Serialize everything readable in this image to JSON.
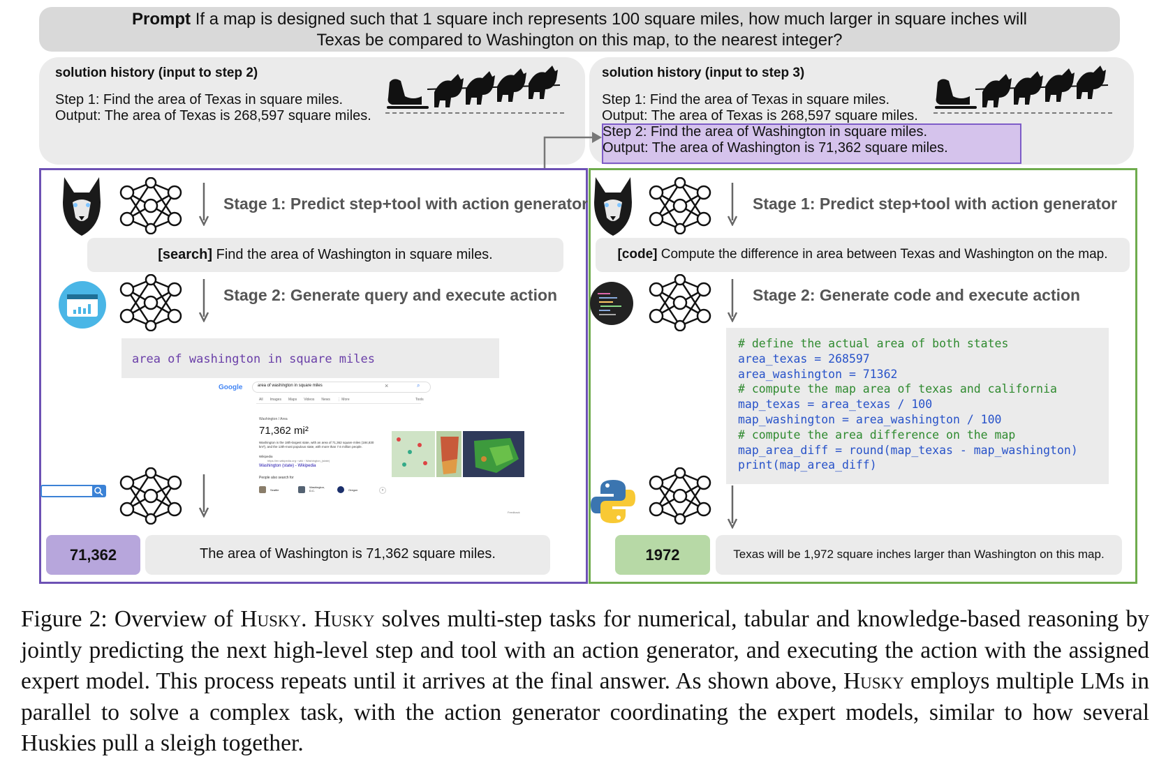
{
  "prompt": {
    "label": "Prompt",
    "text_line1": "If a map is designed such that 1 square inch represents 100 square miles, how much larger in square inches will",
    "text_line2": "Texas be compared to Washington on this map, to the nearest integer?"
  },
  "history_left": {
    "title": "solution history (input to step 2)",
    "lines": [
      "Step 1: Find the area of Texas in square miles.",
      "Output: The area of Texas is 268,597 square miles."
    ]
  },
  "history_right": {
    "title": "solution history (input to step 3)",
    "lines": [
      "Step 1: Find the area of Texas in square miles.",
      "Output: The area of Texas is 268,597 square miles."
    ],
    "highlight_lines": [
      "Step 2: Find the area of Washington in square miles.",
      "Output: The area of Washington is 71,362 square miles."
    ]
  },
  "left": {
    "stage1": "Stage 1: Predict step+tool with action generator",
    "step_tag": "[search]",
    "step_text": "Find the area of Washington in square miles.",
    "stage2": "Stage 2: Generate query and execute action",
    "query": "area of washington in square miles",
    "search_result": {
      "logo": "Google",
      "query": "area of washington in square miles",
      "tabs": [
        "All",
        "Images",
        "Maps",
        "Videos",
        "News",
        "⋮ More",
        "Tools"
      ],
      "breadcrumb": "Washington / Area",
      "value": "71,362 mi²",
      "snippet": "Washington is the 18th-largest state, with an area of 71,362 square miles (184,830 km²), and the 13th-most populous state, with more than 7.6 million people.",
      "source": "Wikipedia",
      "source_url": "https://en.wikipedia.org › wiki › Washington_(state)",
      "link": "Washington (state) - Wikipedia",
      "people_also": "People also search for",
      "related": [
        "Seattle",
        "Washington, D.C.",
        "Oregon"
      ],
      "feedback": "Feedback"
    },
    "answer": "71,362",
    "answer_text": "The area of Washington is 71,362 square miles."
  },
  "right": {
    "stage1": "Stage 1: Predict step+tool with action generator",
    "step_tag": "[code]",
    "step_text": "Compute the difference in area between Texas and Washington on the map.",
    "stage2": "Stage 2: Generate code and execute action",
    "code": [
      {
        "text": "# define the actual area of both states",
        "kind": "comment"
      },
      {
        "text": "area_texas = 268597",
        "kind": "code"
      },
      {
        "text": "area_washington = 71362",
        "kind": "code"
      },
      {
        "text": "# compute the map area of texas and california",
        "kind": "comment"
      },
      {
        "text": "map_texas = area_texas / 100",
        "kind": "code"
      },
      {
        "text": "map_washington = area_washington / 100",
        "kind": "code"
      },
      {
        "text": "# compute the area difference on the map",
        "kind": "comment"
      },
      {
        "text": "map_area_diff = round(map_texas - map_washington)",
        "kind": "code"
      },
      {
        "text": "print(map_area_diff)",
        "kind": "code"
      }
    ],
    "answer": "1972",
    "answer_text": "Texas will be 1,972 square inches larger than Washington on this map."
  },
  "caption": {
    "figure_label": "Figure 2:",
    "text_a": " Overview of ",
    "name": "Husky",
    "text_b": ". ",
    "text_c": " solves multi-step tasks for numerical, tabular and knowledge-based reasoning by jointly predicting the next high-level step and tool with an action generator, and executing the action with the assigned expert model. This process repeats until it arrives at the final answer. As shown above, ",
    "text_d": " employs multiple LMs in parallel to solve a complex task, with the action generator coordinating the expert models, similar to how several Huskies pull a sleigh together."
  },
  "colors": {
    "purple_frame": "#6d51b4",
    "green_frame": "#6fac4e",
    "purple_fill": "#b7a6dc",
    "green_fill": "#b7d9a6",
    "highlight_fill": "#d5c3ec",
    "code_blue": "#2752c9",
    "code_green": "#2f8a2f"
  },
  "icons": [
    "sleigh-dogs-icon",
    "husky-robot-icon",
    "neural-network-icon",
    "browser-chart-icon",
    "code-terminal-icon",
    "python-logo-icon",
    "search-bar-icon",
    "down-arrow-icon"
  ]
}
